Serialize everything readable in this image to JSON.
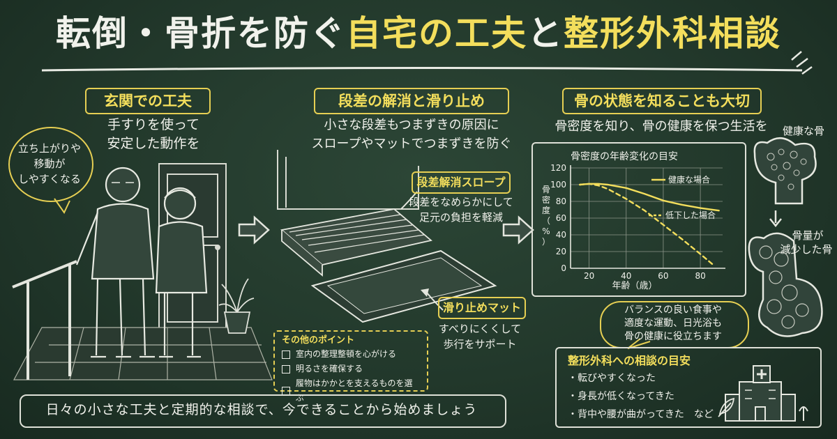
{
  "title": {
    "part1": "転倒・骨折を防ぐ",
    "part2": "自宅の工夫",
    "part3": "と",
    "part4": "整形外科相談"
  },
  "section_entrance": {
    "heading": "玄関での工夫",
    "line1": "手すりを使って",
    "line2": "安定した動作を"
  },
  "speech_bubble": {
    "line1": "立ち上がりや",
    "line2": "移動が",
    "line3": "しやすくなる"
  },
  "section_step": {
    "heading": "段差の解消と滑り止め",
    "line1": "小さな段差もつまずきの原因に",
    "line2": "スロープやマットでつまずきを防ぐ",
    "slope_label": "段差解消スロープ",
    "slope_desc1": "段差をなめらかにして",
    "slope_desc2": "足元の負担を軽減",
    "mat_label": "滑り止めマット",
    "mat_desc1": "すべりにくくして",
    "mat_desc2": "歩行をサポート"
  },
  "other_points": {
    "heading": "その他のポイント",
    "items": [
      "室内の整理整頓を心がける",
      "明るさを確保する",
      "履物はかかとを支えるものを選ぶ"
    ]
  },
  "section_bone": {
    "heading": "骨の状態を知ることも大切",
    "line1": "骨密度を知り、骨の健康を保つ生活を",
    "healthy_bone": "健康な骨",
    "reduced_bone_1": "骨量が",
    "reduced_bone_2": "減少した骨"
  },
  "chart_data": {
    "type": "line",
    "title": "骨密度の年齢変化の目安",
    "xlabel": "年齢（歳）",
    "ylabel": "骨密度（%）",
    "xlim": [
      10,
      92
    ],
    "ylim": [
      0,
      120
    ],
    "xticks": [
      20,
      40,
      60,
      80
    ],
    "yticks": [
      0,
      20,
      40,
      60,
      80,
      100,
      120
    ],
    "grid": true,
    "legend_position": "right",
    "series": [
      {
        "name": "健康な場合",
        "style": "solid",
        "color": "#f3de5c",
        "x": [
          15,
          20,
          25,
          30,
          40,
          50,
          60,
          70,
          80,
          90
        ],
        "y": [
          100,
          101,
          101,
          100,
          96,
          89,
          81,
          76,
          72,
          69
        ]
      },
      {
        "name": "低下した場合",
        "style": "dashed",
        "color": "#f3de5c",
        "x": [
          15,
          20,
          25,
          30,
          40,
          50,
          60,
          70,
          80,
          87
        ],
        "y": [
          100,
          101,
          99,
          95,
          83,
          69,
          52,
          35,
          17,
          4
        ]
      }
    ]
  },
  "nutrition_bubble": {
    "line1": "バランスの良い食事や",
    "line2": "適度な運動、日光浴も",
    "line3": "骨の健康に役立ちます"
  },
  "consult_box": {
    "heading": "整形外科への相談の目安",
    "items": [
      "・転びやすくなった",
      "・身長が低くなってきた",
      "・背中や腰が曲がってきた　など"
    ]
  },
  "footer": {
    "text": "日々の小さな工夫と定期的な相談で、今できることから始めましょう"
  },
  "colors": {
    "board": "#22382b",
    "chalk_white": "#f1f2ec",
    "chalk_yellow": "#f3de5c"
  }
}
